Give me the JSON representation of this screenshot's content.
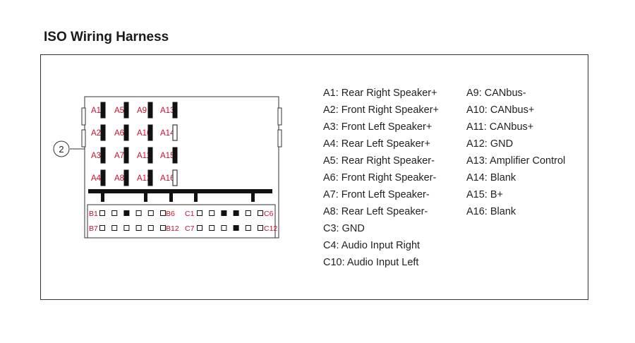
{
  "page": {
    "title": "ISO Wiring Harness"
  },
  "colors": {
    "pin_label": "#c8102e",
    "line": "#111111",
    "text": "#222222"
  },
  "connector": {
    "callout": "2",
    "a_pins": [
      {
        "label": "A1",
        "style": "filled"
      },
      {
        "label": "A2",
        "style": "filled"
      },
      {
        "label": "A3",
        "style": "filled"
      },
      {
        "label": "A4",
        "style": "filled"
      },
      {
        "label": "A5",
        "style": "filled"
      },
      {
        "label": "A6",
        "style": "filled"
      },
      {
        "label": "A7",
        "style": "filled"
      },
      {
        "label": "A8",
        "style": "filled"
      },
      {
        "label": "A9",
        "style": "filled"
      },
      {
        "label": "A10",
        "style": "filled"
      },
      {
        "label": "A11",
        "style": "filled"
      },
      {
        "label": "A12",
        "style": "filled"
      },
      {
        "label": "A13",
        "style": "filled"
      },
      {
        "label": "A14",
        "style": "empty"
      },
      {
        "label": "A15",
        "style": "filled"
      },
      {
        "label": "A16",
        "style": "empty"
      }
    ],
    "b_block": {
      "row1_start": "B1",
      "row1_end": "B6",
      "row2_start": "B7",
      "row2_end": "B12",
      "row1_pins": [
        false,
        false,
        true,
        false,
        false,
        false
      ],
      "row2_pins": [
        false,
        false,
        false,
        false,
        false,
        false
      ]
    },
    "c_block": {
      "row1_start": "C1",
      "row1_end": "C6",
      "row2_start": "C7",
      "row2_end": "C12",
      "row1_pins": [
        false,
        false,
        true,
        true,
        false,
        false
      ],
      "row2_pins": [
        false,
        false,
        false,
        true,
        false,
        false
      ]
    }
  },
  "legend": {
    "left": [
      "A1: Rear Right Speaker+",
      "A2: Front Right Speaker+",
      "A3: Front Left Speaker+",
      "A4: Rear Left Speaker+",
      "A5: Rear Right Speaker-",
      "A6: Front Right Speaker-",
      "A7: Front Left Speaker-",
      "A8: Rear Left Speaker-",
      "C3: GND",
      "C4: Audio Input Right",
      "C10: Audio Input Left"
    ],
    "right": [
      "A9: CANbus-",
      "A10: CANbus+",
      "A11: CANbus+",
      "A12: GND",
      "A13: Amplifier Control",
      "A14: Blank",
      "A15: B+",
      "A16: Blank"
    ]
  }
}
